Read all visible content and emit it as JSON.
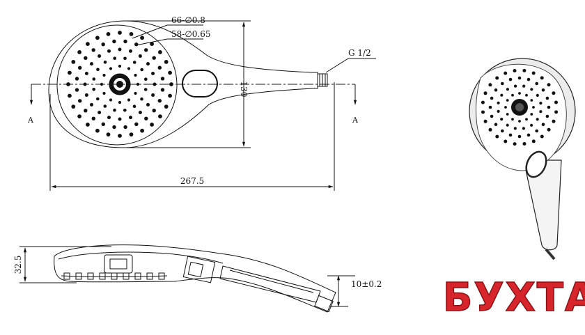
{
  "drawing": {
    "top_view": {
      "nozzle_label_1": "66-∅0.8",
      "nozzle_label_2": "58-∅0.65",
      "thread_label": "G 1/2",
      "height_label": "130",
      "length_label": "267.5",
      "section_mark_left": "A",
      "section_mark_right": "A"
    },
    "side_view": {
      "thickness_label": "32.5",
      "tolerance_label": "10±0.2"
    }
  },
  "brand": {
    "logo_text": "БУХТА",
    "color": "#d7262b"
  }
}
